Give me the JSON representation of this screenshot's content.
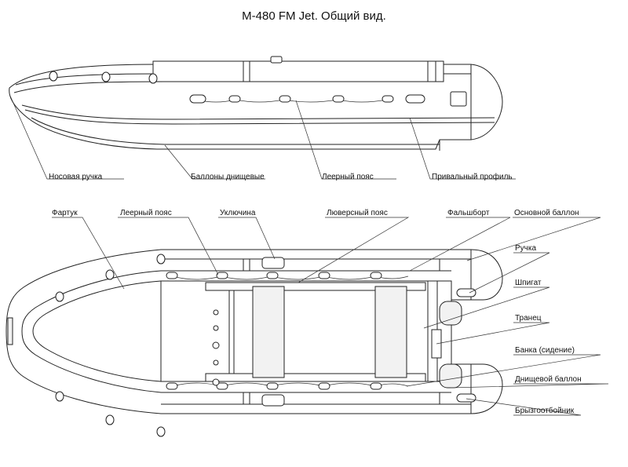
{
  "title": "М-480 FM Jet. Общий вид.",
  "side_view": {
    "labels": {
      "bow_handle": "Носовая ручка",
      "bottom_tubes": "Баллоны днищевые",
      "grab_line": "Леерный пояс",
      "rub_rail": "Привальный профиль"
    }
  },
  "top_view": {
    "labels": {
      "apron": "Фартук",
      "grab_line": "Леерный пояс",
      "oarlock": "Уключина",
      "lacing_belt": "Люверсный пояс",
      "gunwale": "Фальшборт",
      "main_tube": "Основной баллон",
      "handle": "Ручка",
      "scupper": "Шпигат",
      "transom": "Транец",
      "seat": "Банка (сидение)",
      "bottom_tube": "Днищевой баллон",
      "splash_guard": "Брызгоотбойник"
    }
  }
}
